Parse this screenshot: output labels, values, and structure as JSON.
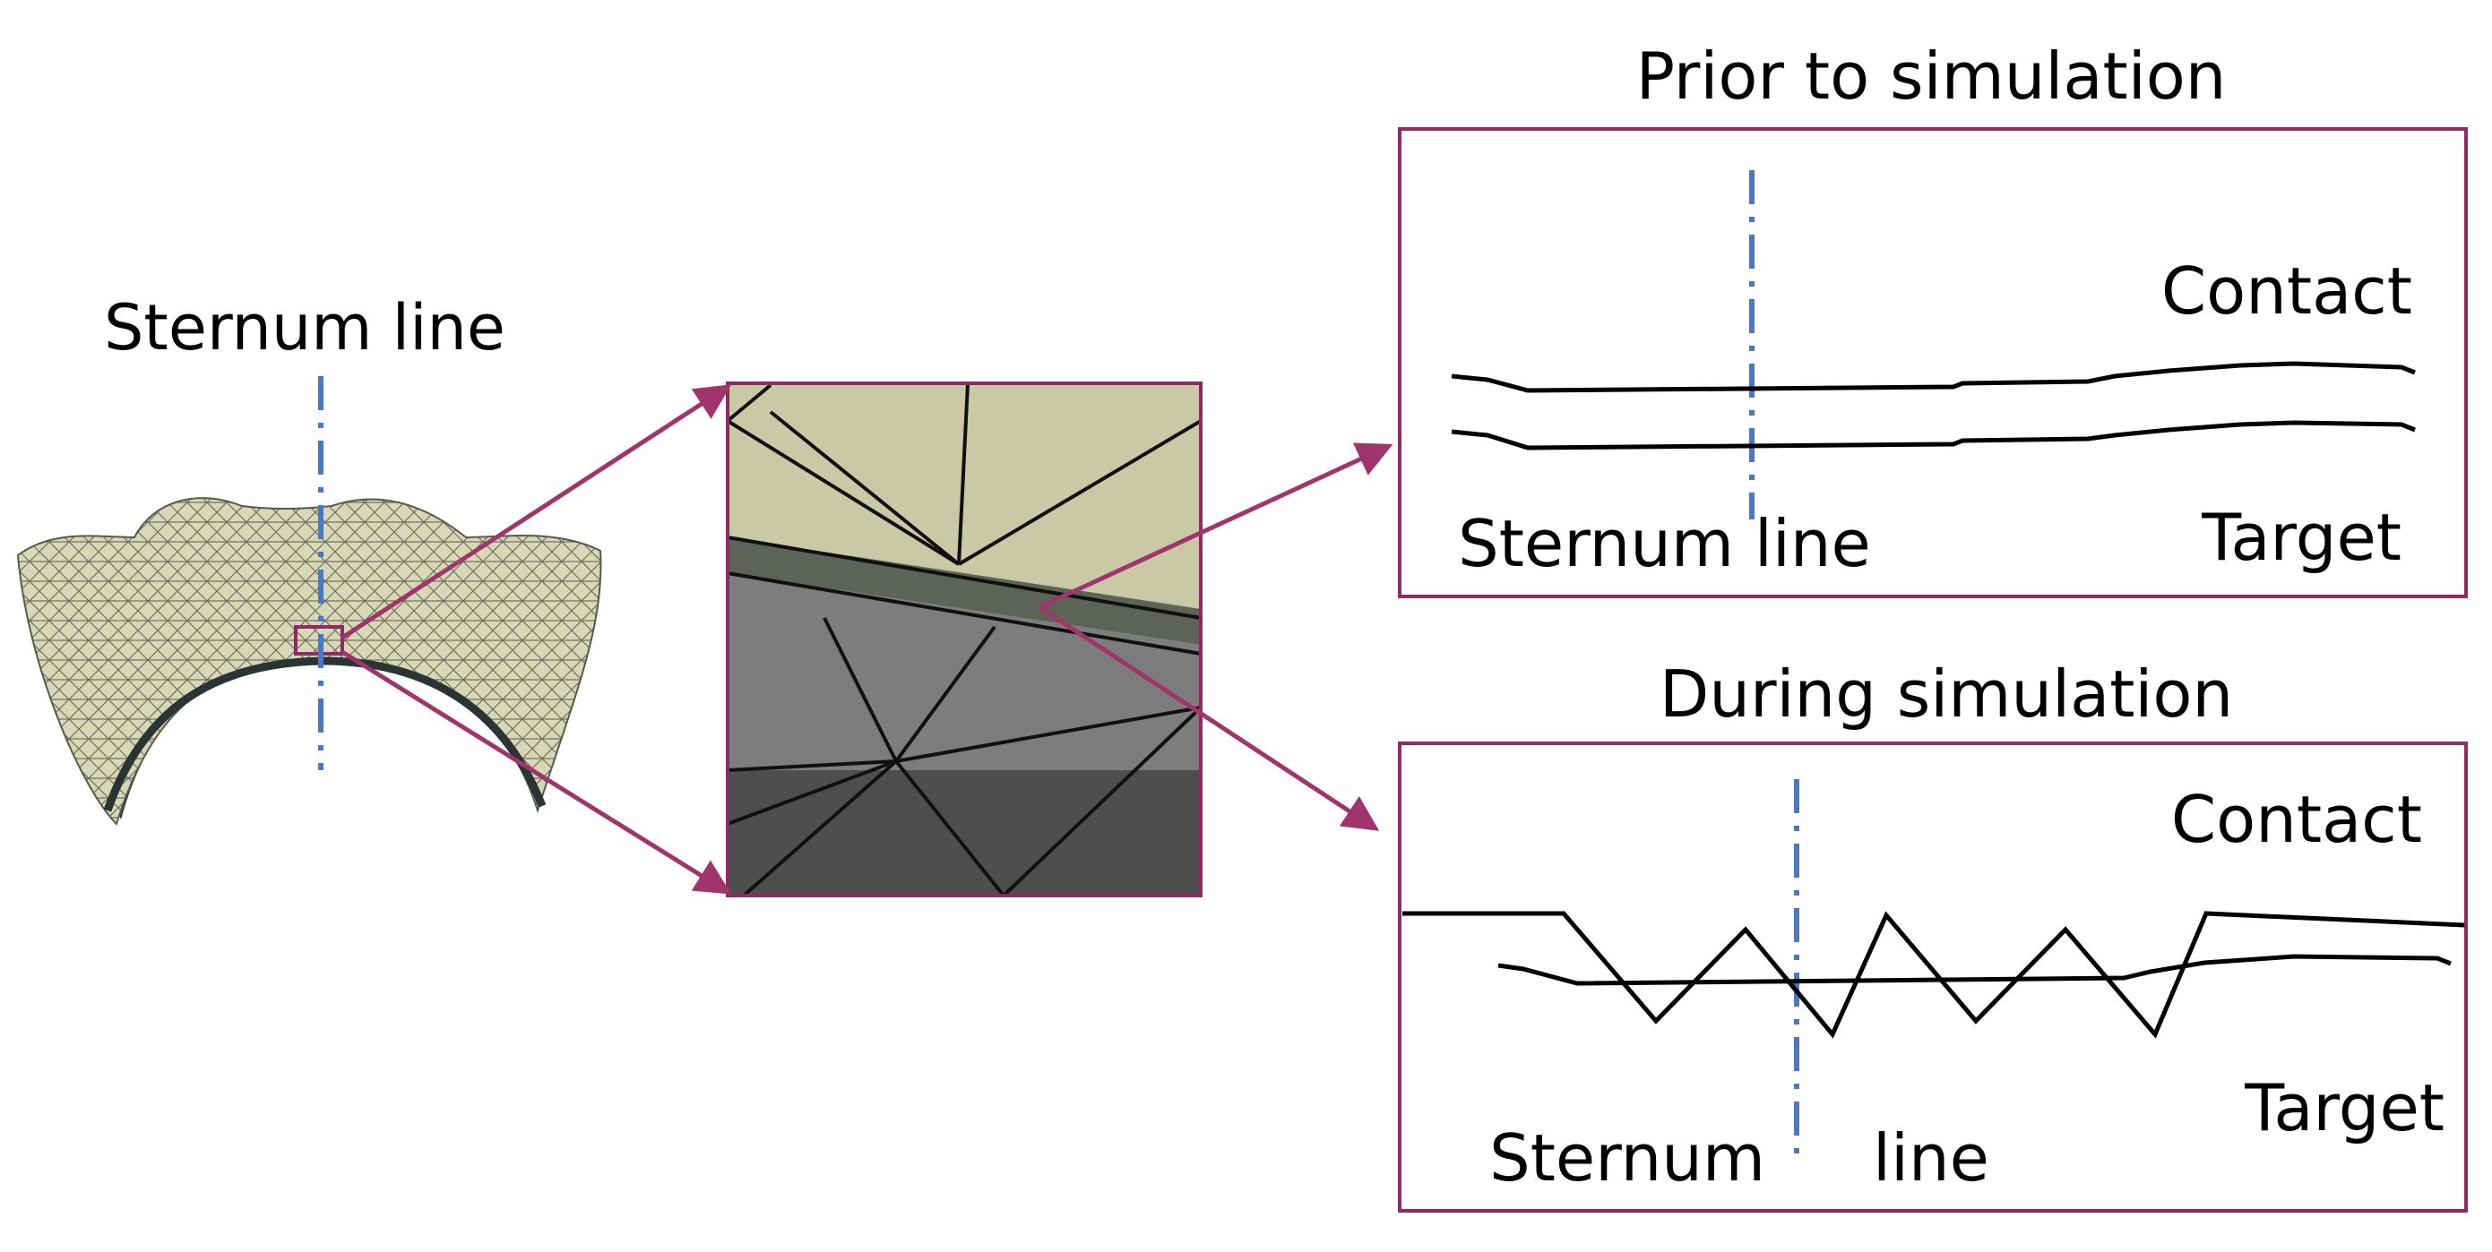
{
  "left_label": "Sternum line",
  "top_panel": {
    "title": "Prior to simulation",
    "contact_label": "Contact",
    "target_label": "Target",
    "sternum_label": "Sternum line"
  },
  "bottom_panel": {
    "title": "During simulation",
    "contact_label": "Contact",
    "target_label": "Target",
    "sternum_label_part1": "Sternum",
    "sternum_label_part2": "line"
  },
  "colors": {
    "frame": "#8e2b63",
    "arrow": "#a0356e",
    "sternum_line": "#4a78c2",
    "mesh_light": "#d6d6b3",
    "mesh_dark": "#5a5a5a"
  }
}
